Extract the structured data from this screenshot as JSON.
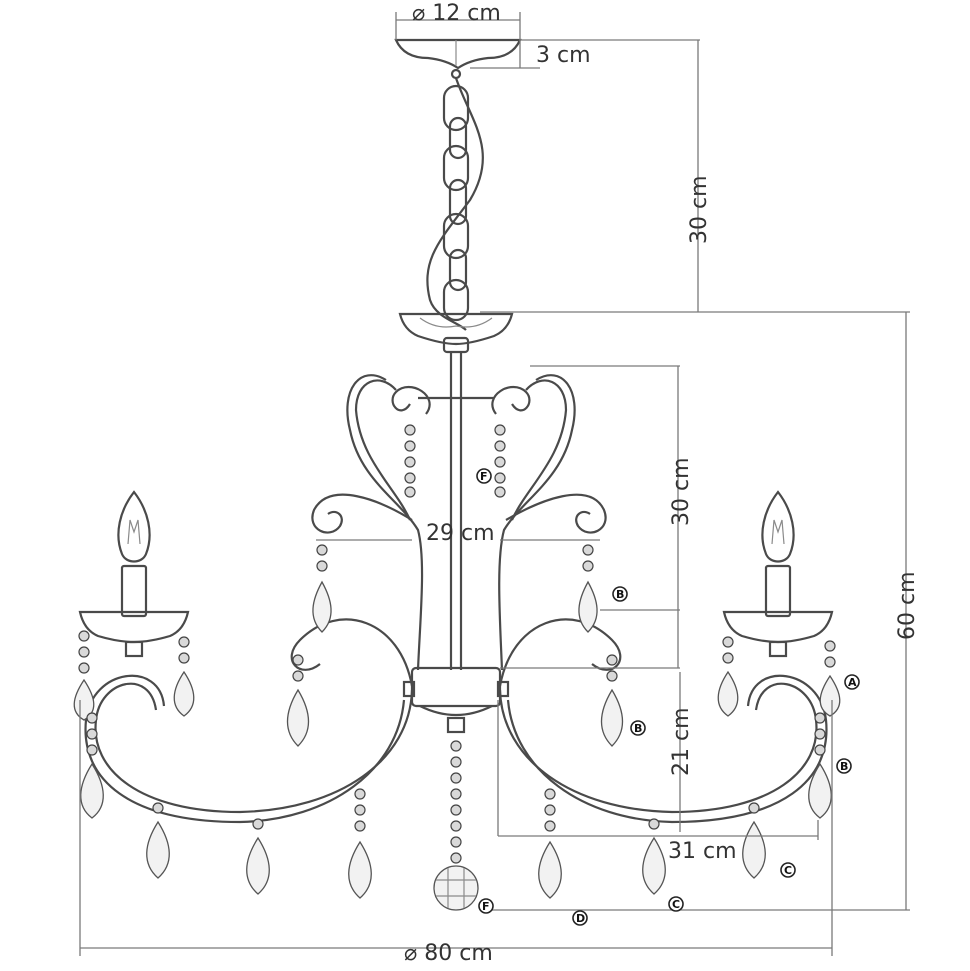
{
  "title": "Chandelier dimension drawing",
  "dimensions": {
    "canopy_diameter": "⌀ 12 cm",
    "canopy_height": "3 cm",
    "chain_length": "30 cm",
    "upper_frame_height": "30 cm",
    "upper_frame_width": "29 cm",
    "arm_drop": "21 cm",
    "arm_reach": "31 cm",
    "total_height": "60 cm",
    "total_diameter": "⌀ 80 cm"
  },
  "markers": [
    "A",
    "B",
    "C",
    "D",
    "F"
  ],
  "colors": {
    "line": "#4a4a4a",
    "dimension": "#7a7a7a",
    "text": "#333333"
  }
}
